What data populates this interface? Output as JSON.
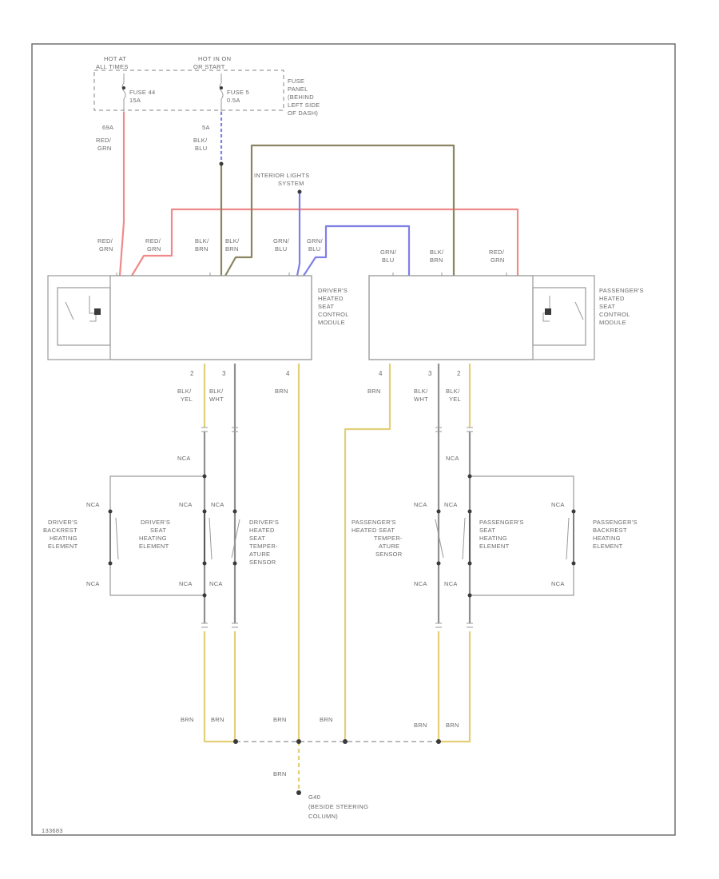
{
  "diagram_id": "133683",
  "power_sources": {
    "hot_at_all_times": [
      "HOT AT",
      "ALL TIMES"
    ],
    "hot_in_on_start": [
      "HOT IN ON",
      "OR START"
    ],
    "fuse_44": [
      "FUSE 44",
      "15A"
    ],
    "fuse_5": [
      "FUSE 5",
      "0.5A"
    ],
    "fuse_panel": [
      "FUSE",
      "PANEL",
      "(BEHIND",
      "LEFT SIDE",
      "OF DASH)"
    ]
  },
  "wire_ids": {
    "w1": "69A",
    "w2": "5A"
  },
  "wire_colors": {
    "red_grn": [
      "RED/",
      "GRN"
    ],
    "blk_blu": [
      "BLK/",
      "BLU"
    ],
    "blk_brn": [
      "BLK/",
      "BRN"
    ],
    "grn_blu": [
      "GRN/",
      "BLU"
    ],
    "blk_yel": [
      "BLK/",
      "YEL"
    ],
    "blk_wht": [
      "BLK/",
      "WHT"
    ],
    "brn": "BRN"
  },
  "interior_lights_system": [
    "INTERIOR LIGHTS",
    "SYSTEM"
  ],
  "drivers_module": [
    "DRIVER'S",
    "HEATED",
    "SEAT",
    "CONTROL",
    "MODULE"
  ],
  "passengers_module": [
    "PASSENGER'S",
    "HEATED",
    "SEAT",
    "CONTROL",
    "MODULE"
  ],
  "pins": {
    "p2": "2",
    "p3": "3",
    "p4": "4"
  },
  "nca": "NCA",
  "drivers_backrest": [
    "DRIVER'S",
    "BACKREST",
    "HEATING",
    "ELEMENT"
  ],
  "drivers_seat_heating": [
    "DRIVER'S",
    "SEAT",
    "HEATING",
    "ELEMENT"
  ],
  "drivers_temp_sensor": [
    "DRIVER'S",
    "HEATED",
    "SEAT",
    "TEMPER-",
    "ATURE",
    "SENSOR"
  ],
  "passengers_temp_sensor": [
    "PASSENGER'S",
    "HEATED SEAT",
    "TEMPER-",
    "ATURE",
    "SENSOR"
  ],
  "passengers_seat_heating": [
    "PASSENGER'S",
    "SEAT",
    "HEATING",
    "ELEMENT"
  ],
  "passengers_backrest": [
    "PASSENGER'S",
    "BACKREST",
    "HEATING",
    "ELEMENT"
  ],
  "ground": [
    "G40",
    "(BESIDE STEERING",
    "COLUMN)"
  ],
  "colors": {
    "red_wire": "#f08a8a",
    "blue_wire": "#7f7fe8",
    "olive_wire": "#8a8560",
    "yellow_wire": "#e2cf7a",
    "gray_wire": "#909090"
  }
}
